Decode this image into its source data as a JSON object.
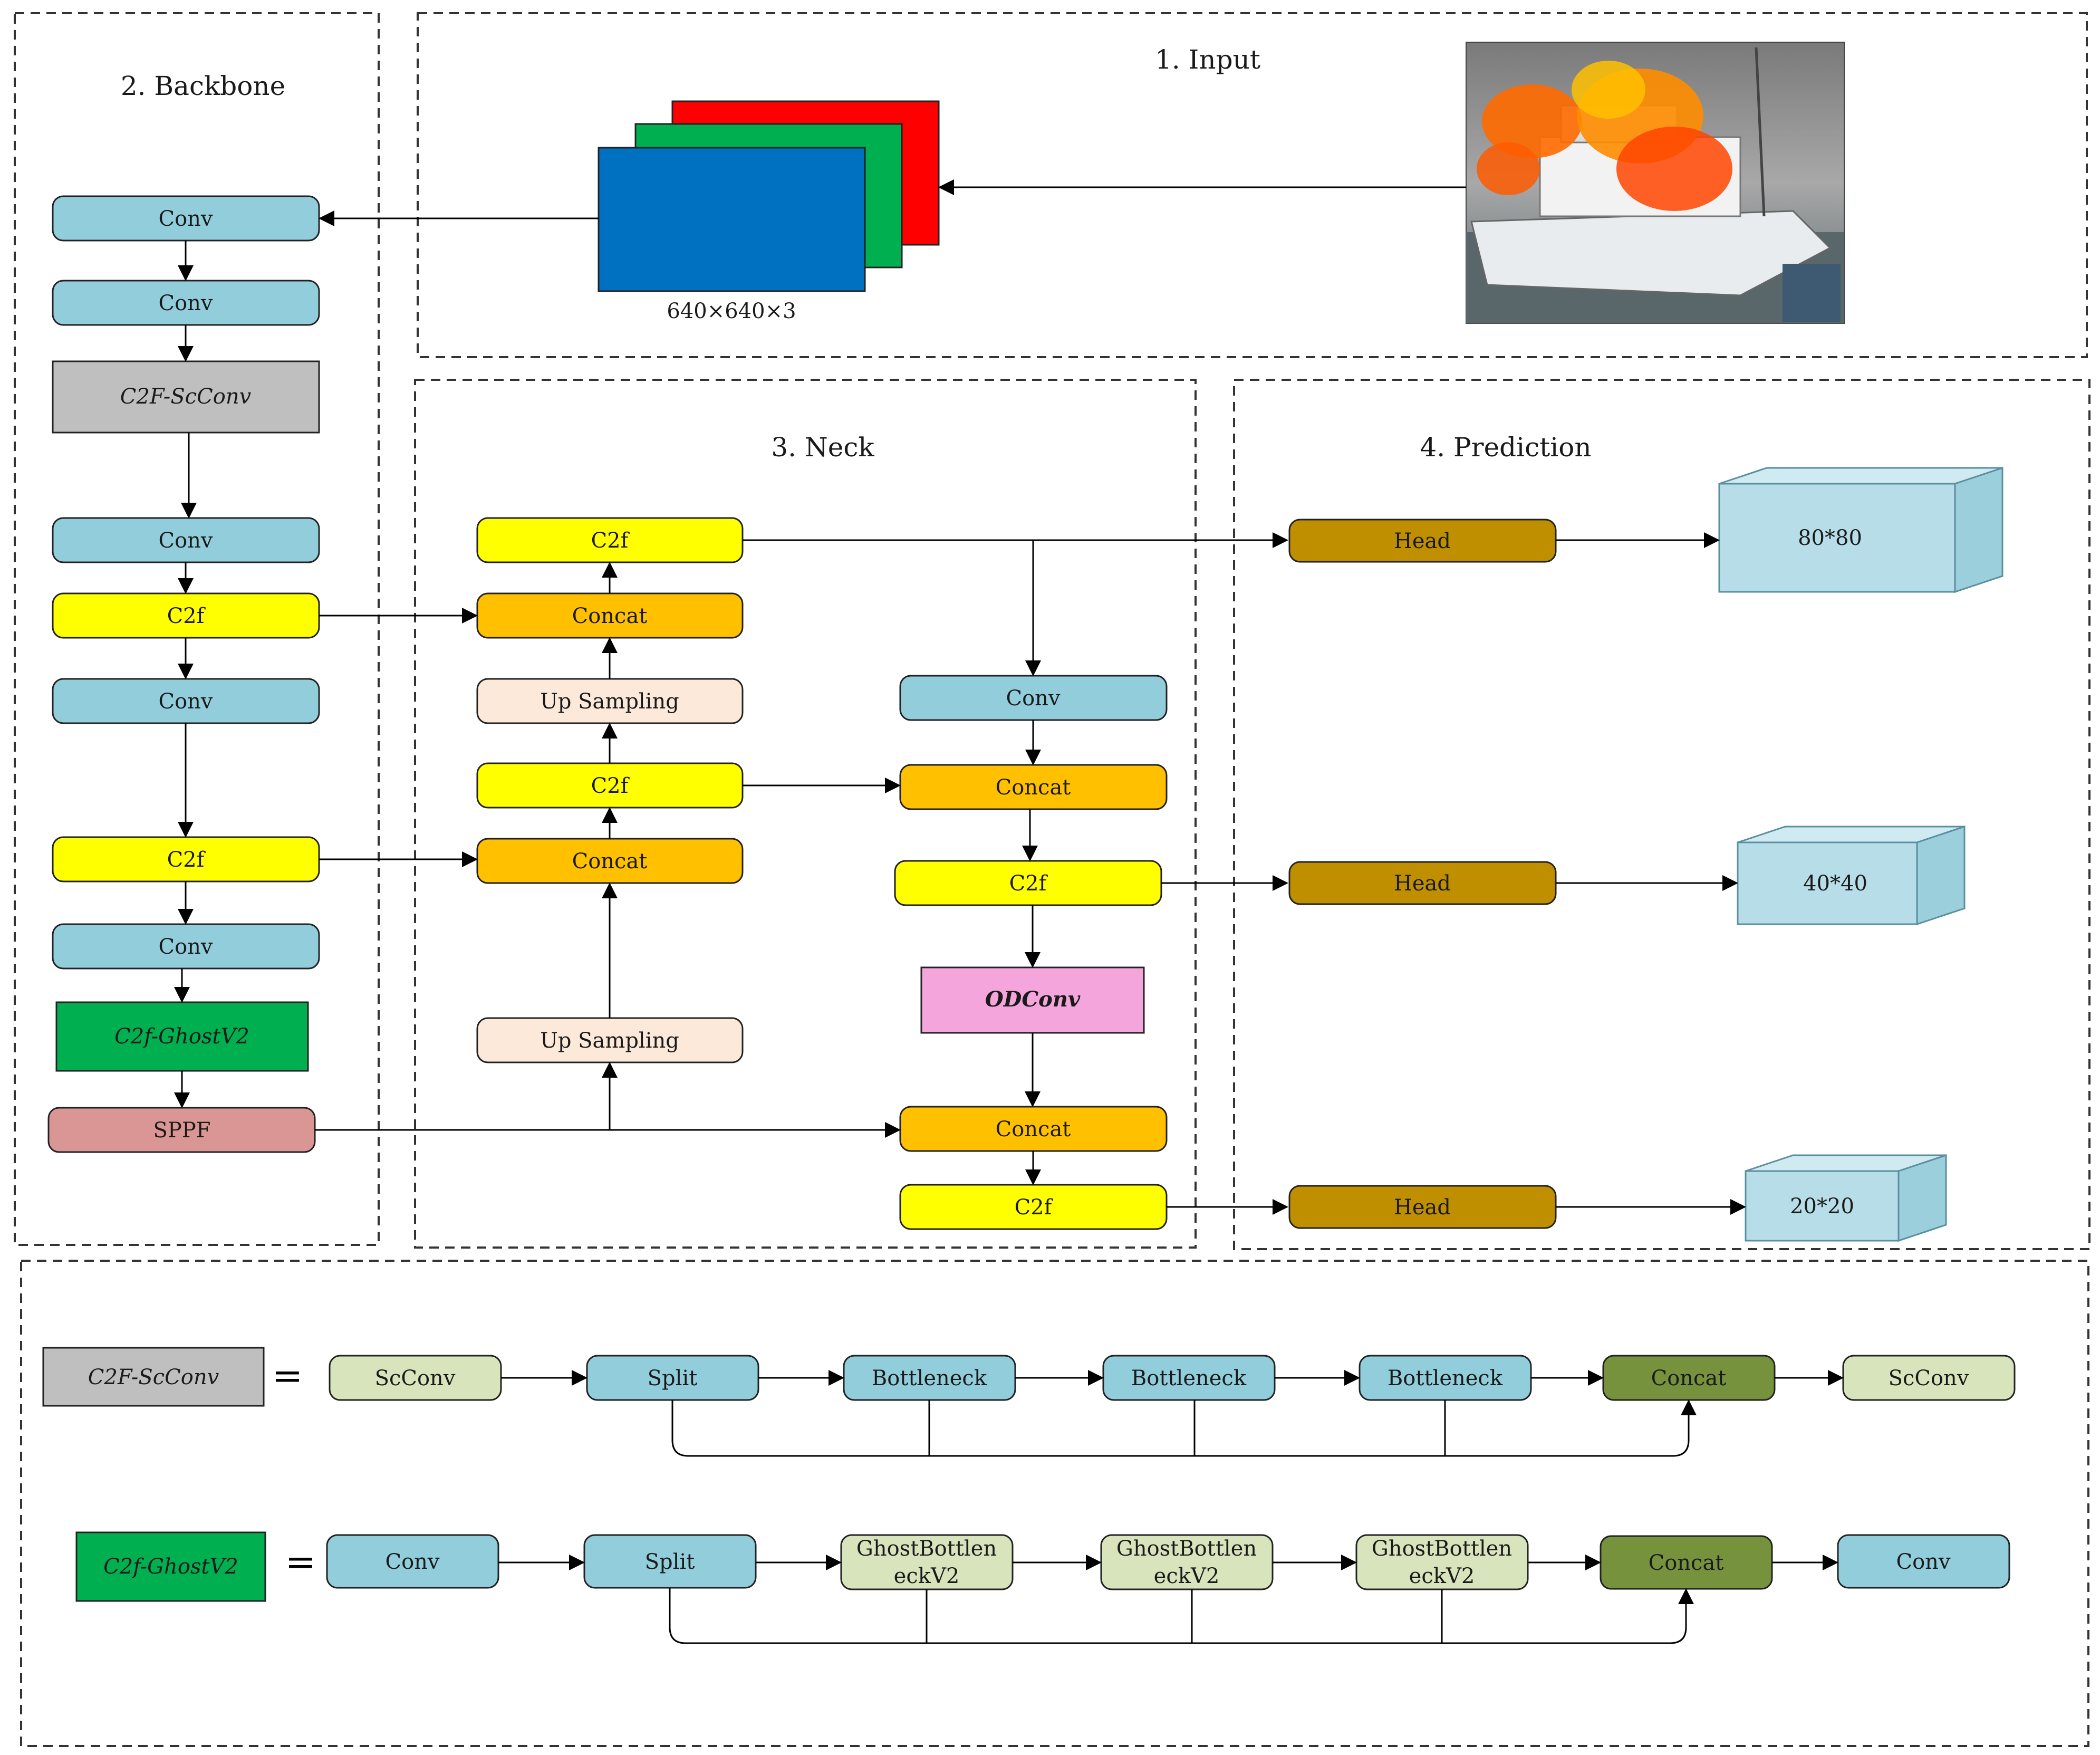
{
  "sections": {
    "input": "1. Input",
    "backbone": "2. Backbone",
    "neck": "3. Neck",
    "prediction": "4. Prediction"
  },
  "input": {
    "size_label": "640×640×3",
    "channel_colors": [
      "#ff0000",
      "#00b050",
      "#0070c0"
    ],
    "photo_alt": "burning-boat-photo"
  },
  "colors": {
    "conv": "#92cddc",
    "c2f": "#ffff00",
    "concat": "#ffc000",
    "upsampling": "#fde9d9",
    "head": "#bf8f00",
    "sppf": "#da9694",
    "scconv_block": "#bfbfbf",
    "ghost_block": "#00b050",
    "odconv": "#f4a6dc",
    "cube": "#b7dee8",
    "light_green": "#d8e4bc",
    "dark_green": "#76923c"
  },
  "backbone": {
    "conv1": "Conv",
    "conv2": "Conv",
    "c2f_scconv": "C2F-ScConv",
    "conv3": "Conv",
    "c2f1": "C2f",
    "conv4": "Conv",
    "c2f2": "C2f",
    "conv5": "Conv",
    "c2f_ghost": "C2f-GhostV2",
    "sppf": "SPPF"
  },
  "neck": {
    "c2f_top": "C2f",
    "concat1": "Concat",
    "upsampling1": "Up Sampling",
    "c2f_mid": "C2f",
    "concat2": "Concat",
    "upsampling2": "Up Sampling",
    "conv_r": "Conv",
    "concat_r1": "Concat",
    "c2f_r1": "C2f",
    "odconv": "ODConv",
    "concat_r2": "Concat",
    "c2f_r2": "C2f"
  },
  "prediction": {
    "head1": "Head",
    "head2": "Head",
    "head3": "Head",
    "out1": "80*80",
    "out2": "40*40",
    "out3": "20*20"
  },
  "legend": {
    "equals": "=",
    "row1": {
      "block": "C2F-ScConv",
      "items": [
        "ScConv",
        "Split",
        "Bottleneck",
        "Bottleneck",
        "Bottleneck",
        "Concat",
        "ScConv"
      ]
    },
    "row2": {
      "block": "C2f-GhostV2",
      "items": [
        "Conv",
        "Split",
        "GhostBottlen",
        "eckV2",
        "GhostBottlen",
        "eckV2",
        "GhostBottlen",
        "eckV2",
        "Concat",
        "Conv"
      ]
    }
  }
}
